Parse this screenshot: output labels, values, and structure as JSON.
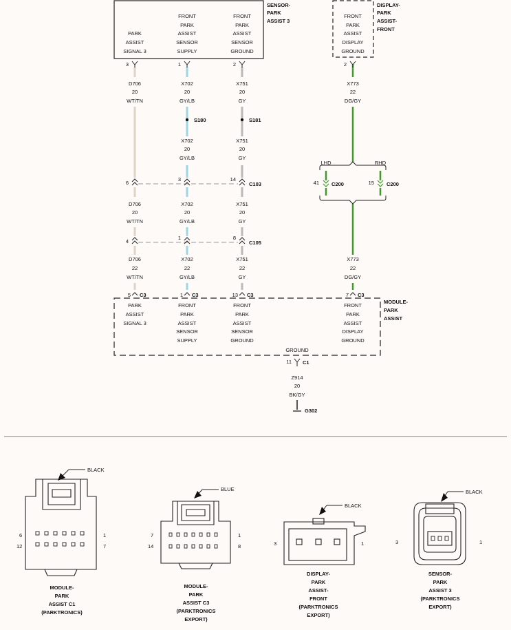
{
  "colors": {
    "wt_tn": "#e0d2c4",
    "gy_lb": "#9fd6e6",
    "gy": "#b9b9b9",
    "dg_gy": "#3f9a2a",
    "bk_gy": "#555555",
    "line": "#222222",
    "dash": "#999999",
    "background": "#fdfaf8"
  },
  "components": {
    "sensor_park_assist_3": {
      "name": [
        "SENSOR-",
        "PARK",
        "ASSIST 3"
      ],
      "pins": [
        [
          "PARK",
          "ASSIST",
          "SIGNAL 3"
        ],
        [
          "FRONT",
          "PARK",
          "ASSIST",
          "SENSOR",
          "SUPPLY"
        ],
        [
          "FRONT",
          "PARK",
          "ASSIST",
          "SENSOR",
          "GROUND"
        ]
      ]
    },
    "display_park_assist_front": {
      "name": [
        "DISPLAY-",
        "PARK",
        "ASSIST-",
        "FRONT"
      ],
      "pins": [
        [
          "FRONT",
          "PARK",
          "ASSIST",
          "DISPLAY",
          "GROUND"
        ]
      ]
    },
    "module_park_assist": {
      "name": [
        "MODULE-",
        "PARK",
        "ASSIST"
      ],
      "pins": [
        [
          "PARK",
          "ASSIST",
          "SIGNAL 3"
        ],
        [
          "FRONT",
          "PARK",
          "ASSIST",
          "SENSOR",
          "SUPPLY"
        ],
        [
          "FRONT",
          "PARK",
          "ASSIST",
          "SENSOR",
          "GROUND"
        ],
        [
          "FRONT",
          "PARK",
          "ASSIST",
          "DISPLAY",
          "GROUND"
        ]
      ],
      "ground_label": "GROUND"
    }
  },
  "wires": {
    "col1": {
      "top_pin": "3",
      "seg1": [
        "D706",
        "20",
        "WT/TN"
      ],
      "c103_pin": "6",
      "seg2": [
        "D706",
        "20",
        "WT/TN"
      ],
      "c105_pin": "4",
      "seg3": [
        "D706",
        "22",
        "WT/TN"
      ],
      "bottom_pin": "5",
      "bottom_conn": "C3"
    },
    "col2": {
      "top_pin": "1",
      "seg1": [
        "X702",
        "20",
        "GY/LB"
      ],
      "splice": "S180",
      "seg1b": [
        "X702",
        "20",
        "GY/LB"
      ],
      "c103_pin": "3",
      "seg2": [
        "X702",
        "20",
        "GY/LB"
      ],
      "c105_pin": "1",
      "seg3": [
        "X702",
        "22",
        "GY/LB"
      ],
      "bottom_pin": "1",
      "bottom_conn": "C3"
    },
    "col3": {
      "top_pin": "2",
      "seg1": [
        "X751",
        "20",
        "GY"
      ],
      "splice": "S181",
      "seg1b": [
        "X751",
        "20",
        "GY"
      ],
      "c103_pin": "14",
      "c103": "C103",
      "seg2": [
        "X751",
        "20",
        "GY"
      ],
      "c105_pin": "8",
      "c105": "C105",
      "seg3": [
        "X751",
        "22",
        "GY"
      ],
      "bottom_pin": "13",
      "bottom_conn": "C3"
    },
    "col4": {
      "top_pin": "2",
      "seg1": [
        "X773",
        "22",
        "DG/GY"
      ],
      "lhd": "LHD",
      "rhd": "RHD",
      "lhd_pin": "41",
      "lhd_conn": "C200",
      "rhd_pin": "15",
      "rhd_conn": "C200",
      "seg3": [
        "X773",
        "22",
        "DG/GY"
      ],
      "bottom_pin": "7",
      "bottom_conn": "C3"
    },
    "ground": {
      "pin": "11",
      "conn": "C1",
      "seg": [
        "Z914",
        "20",
        "BK/GY"
      ],
      "ground_point": "G302"
    }
  },
  "connector_views": [
    {
      "caption": [
        "MODULE-",
        "PARK",
        "ASSIST C1",
        "(PARKTRONICS)"
      ],
      "color_label": "BLACK",
      "left_numbers": [
        "6",
        "12"
      ],
      "right_numbers": [
        "1",
        "7"
      ]
    },
    {
      "caption": [
        "MODULE-",
        "PARK",
        "ASSIST C3",
        "(PARKTRONICS",
        "EXPORT)"
      ],
      "color_label": "BLUE",
      "left_numbers": [
        "7",
        "14"
      ],
      "right_numbers": [
        "1",
        "8"
      ]
    },
    {
      "caption": [
        "DISPLAY-",
        "PARK",
        "ASSIST-",
        "FRONT",
        "(PARKTRONICS",
        "EXPORT)"
      ],
      "color_label": "BLACK",
      "left_numbers": [
        "3"
      ],
      "right_numbers": [
        "1"
      ]
    },
    {
      "caption": [
        "SENSOR-",
        "PARK",
        "ASSIST 3",
        "(PARKTRONICS",
        "EXPORT)"
      ],
      "color_label": "BLACK",
      "left_numbers": [
        "3"
      ],
      "right_numbers": [
        "1"
      ]
    }
  ]
}
